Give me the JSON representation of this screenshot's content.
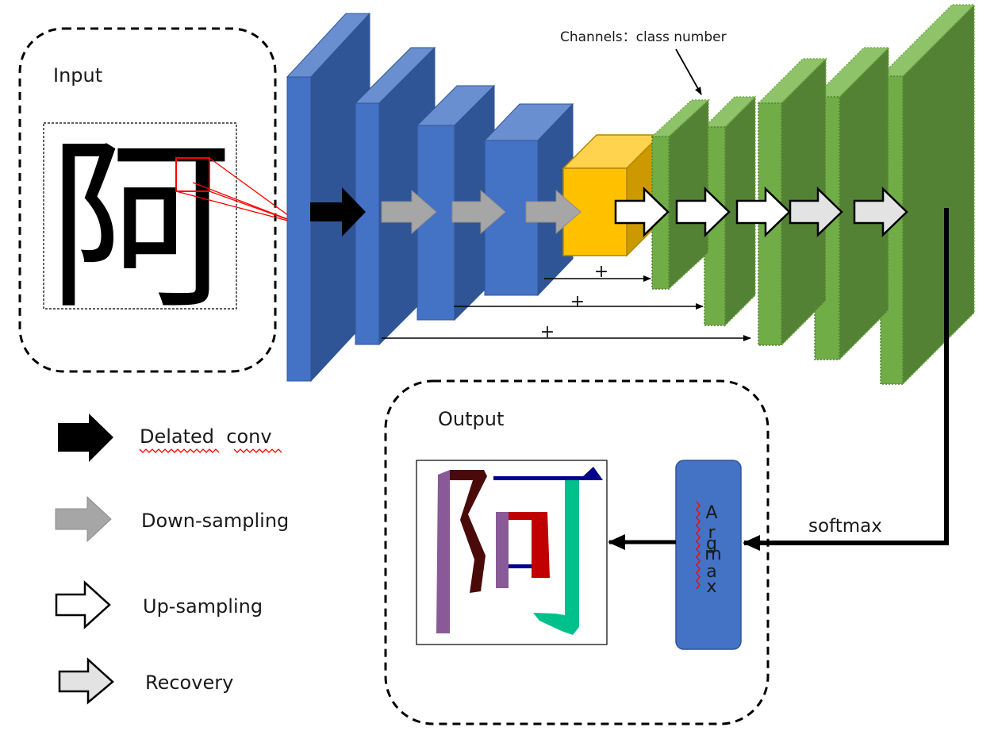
{
  "input": {
    "title": "Input",
    "character": "阿"
  },
  "annotation": {
    "channels": "Channels：class number"
  },
  "skip_connections": {
    "symbol": "+"
  },
  "output": {
    "title": "Output",
    "character": "阿",
    "stroke_colors": [
      "#4a0a0a",
      "#8a5a98",
      "#c00000",
      "#00008b",
      "#00c08b"
    ]
  },
  "argmax": {
    "label": "Argmax",
    "letters": [
      "A",
      "r",
      "g",
      "m",
      "a",
      "x"
    ]
  },
  "softmax": {
    "label": "softmax"
  },
  "legend": {
    "items": [
      {
        "label": "Delated  conv",
        "icon": "black-arrow-icon",
        "color": "#000000"
      },
      {
        "label": "Down-sampling",
        "icon": "gray-arrow-icon",
        "color": "#a6a6a6"
      },
      {
        "label": "Up-sampling",
        "icon": "white-arrow-icon",
        "color": "#ffffff"
      },
      {
        "label": "Recovery",
        "icon": "light-gray-arrow-icon",
        "color": "#e3e3e3"
      }
    ]
  },
  "colors": {
    "encoder_front": "#4472c4",
    "encoder_top": "#6a8fd0",
    "encoder_side": "#2f5597",
    "bottleneck_front": "#ffc000",
    "bottleneck_top": "#ffd34d",
    "bottleneck_side": "#cc9a00",
    "decoder_front": "#70ad47",
    "decoder_top": "#8fc36a",
    "decoder_side": "#548235",
    "highlight": "#ff0000"
  }
}
